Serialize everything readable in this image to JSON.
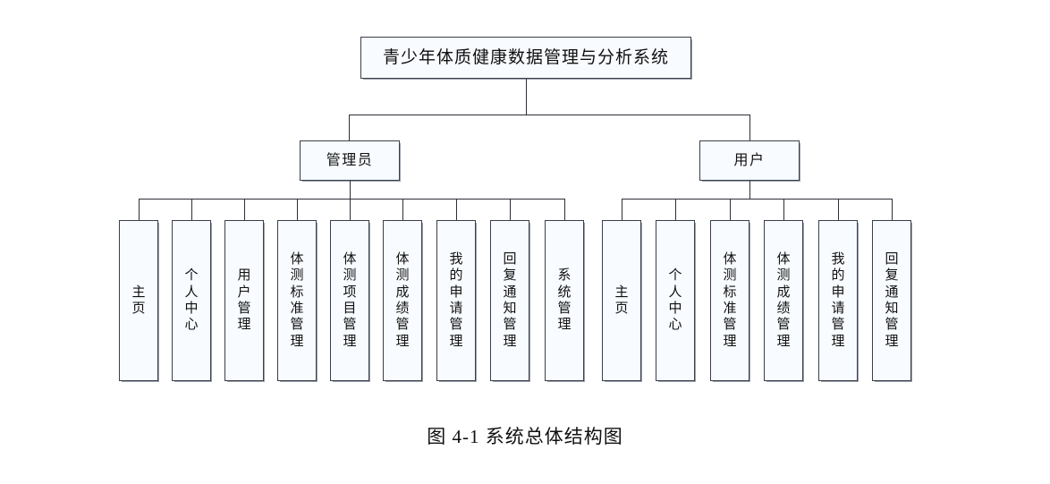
{
  "figure": {
    "caption": "图 4-1  系统总体结构图"
  },
  "tree": {
    "root": {
      "label": "青少年体质健康数据管理与分析系统"
    },
    "branches": [
      {
        "key": "admin",
        "label": "管理员",
        "leaves": [
          {
            "label": "主页"
          },
          {
            "label": "个人中心"
          },
          {
            "label": "用户管理"
          },
          {
            "label": "体测标准管理"
          },
          {
            "label": "体测项目管理"
          },
          {
            "label": "体测成绩管理"
          },
          {
            "label": "我的申请管理"
          },
          {
            "label": "回复通知管理"
          },
          {
            "label": "系统管理"
          }
        ]
      },
      {
        "key": "user",
        "label": "用户",
        "leaves": [
          {
            "label": "主页"
          },
          {
            "label": "个人中心"
          },
          {
            "label": "体测标准管理"
          },
          {
            "label": "体测成绩管理"
          },
          {
            "label": "我的申请管理"
          },
          {
            "label": "回复通知管理"
          }
        ]
      }
    ]
  },
  "style": {
    "line_color": "#2b2f36",
    "box_border_color": "#3a3f4a",
    "box_fill_color": "#f8fbff",
    "shadow_color": "#9aa0aa",
    "text_color": "#101010",
    "background_color": "#ffffff"
  }
}
